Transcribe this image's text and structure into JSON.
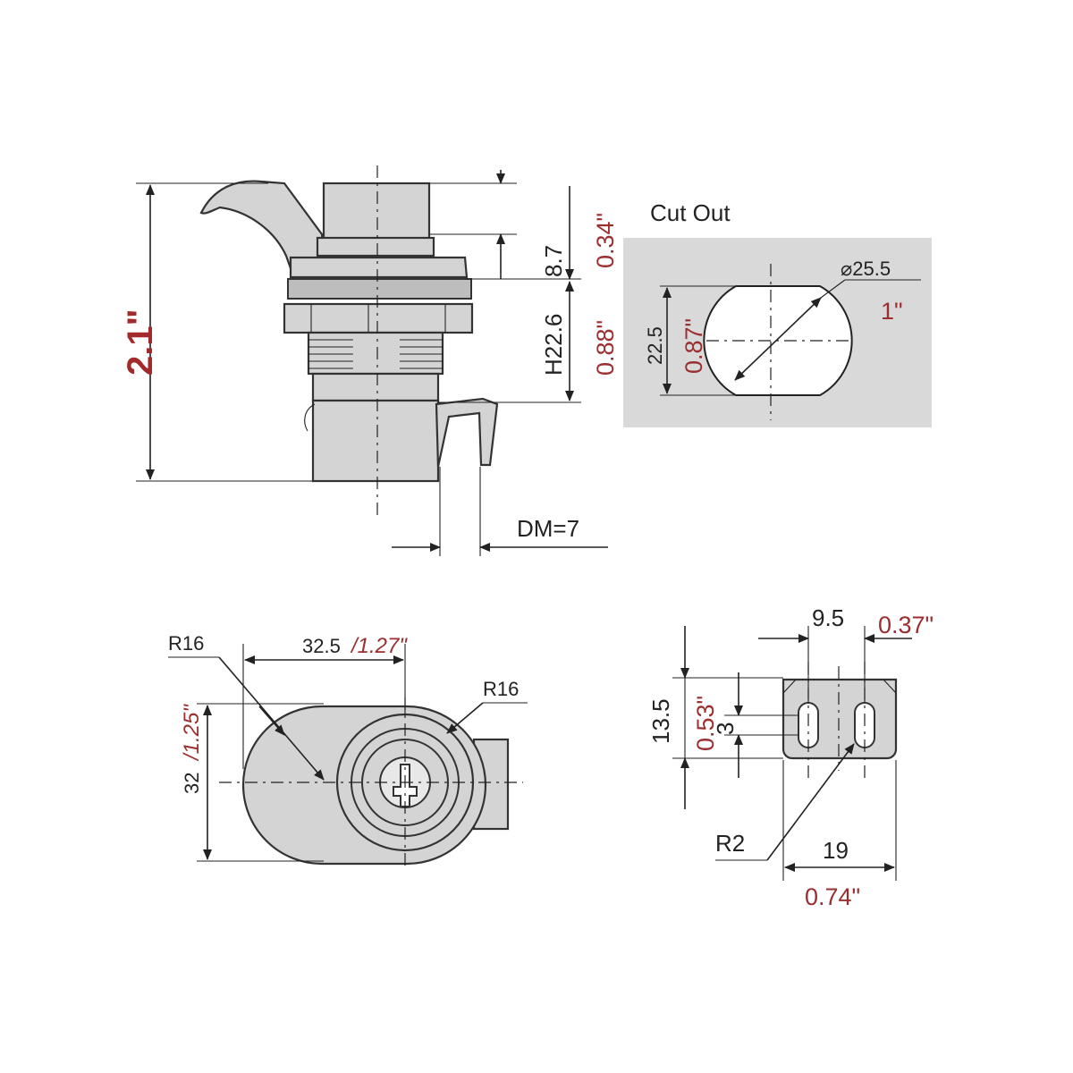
{
  "colors": {
    "line": "#222222",
    "part_fill": "#d4d4d4",
    "cutout_panel": "#d9d9d9",
    "inch_text": "#9b2f2f"
  },
  "side_view": {
    "overall_height": "2.1\"",
    "top_height_mm": "8.7",
    "top_height_in": "0.34\"",
    "thread_height_mm": "H22.6",
    "thread_height_in": "0.88\"",
    "cam_offset": "DM=7"
  },
  "cutout": {
    "title": "Cut Out",
    "diameter_mm": "⌀25.5",
    "diameter_in": "1\"",
    "flat_width_mm": "22.5",
    "flat_width_in": "0.87\""
  },
  "top_view": {
    "radius_left": "R16",
    "radius_right": "R16",
    "length_mm": "32.5",
    "length_in": "/1.27\"",
    "width_mm": "32",
    "width_in": "/1.25\""
  },
  "bracket_view": {
    "slot_spacing_mm": "9.5",
    "slot_spacing_in": "0.37\"",
    "height_mm": "13.5",
    "height_in": "0.53\"",
    "slot_width_mm": "3",
    "slot_radius": "R2",
    "width_mm": "19",
    "width_in": "0.74\""
  }
}
